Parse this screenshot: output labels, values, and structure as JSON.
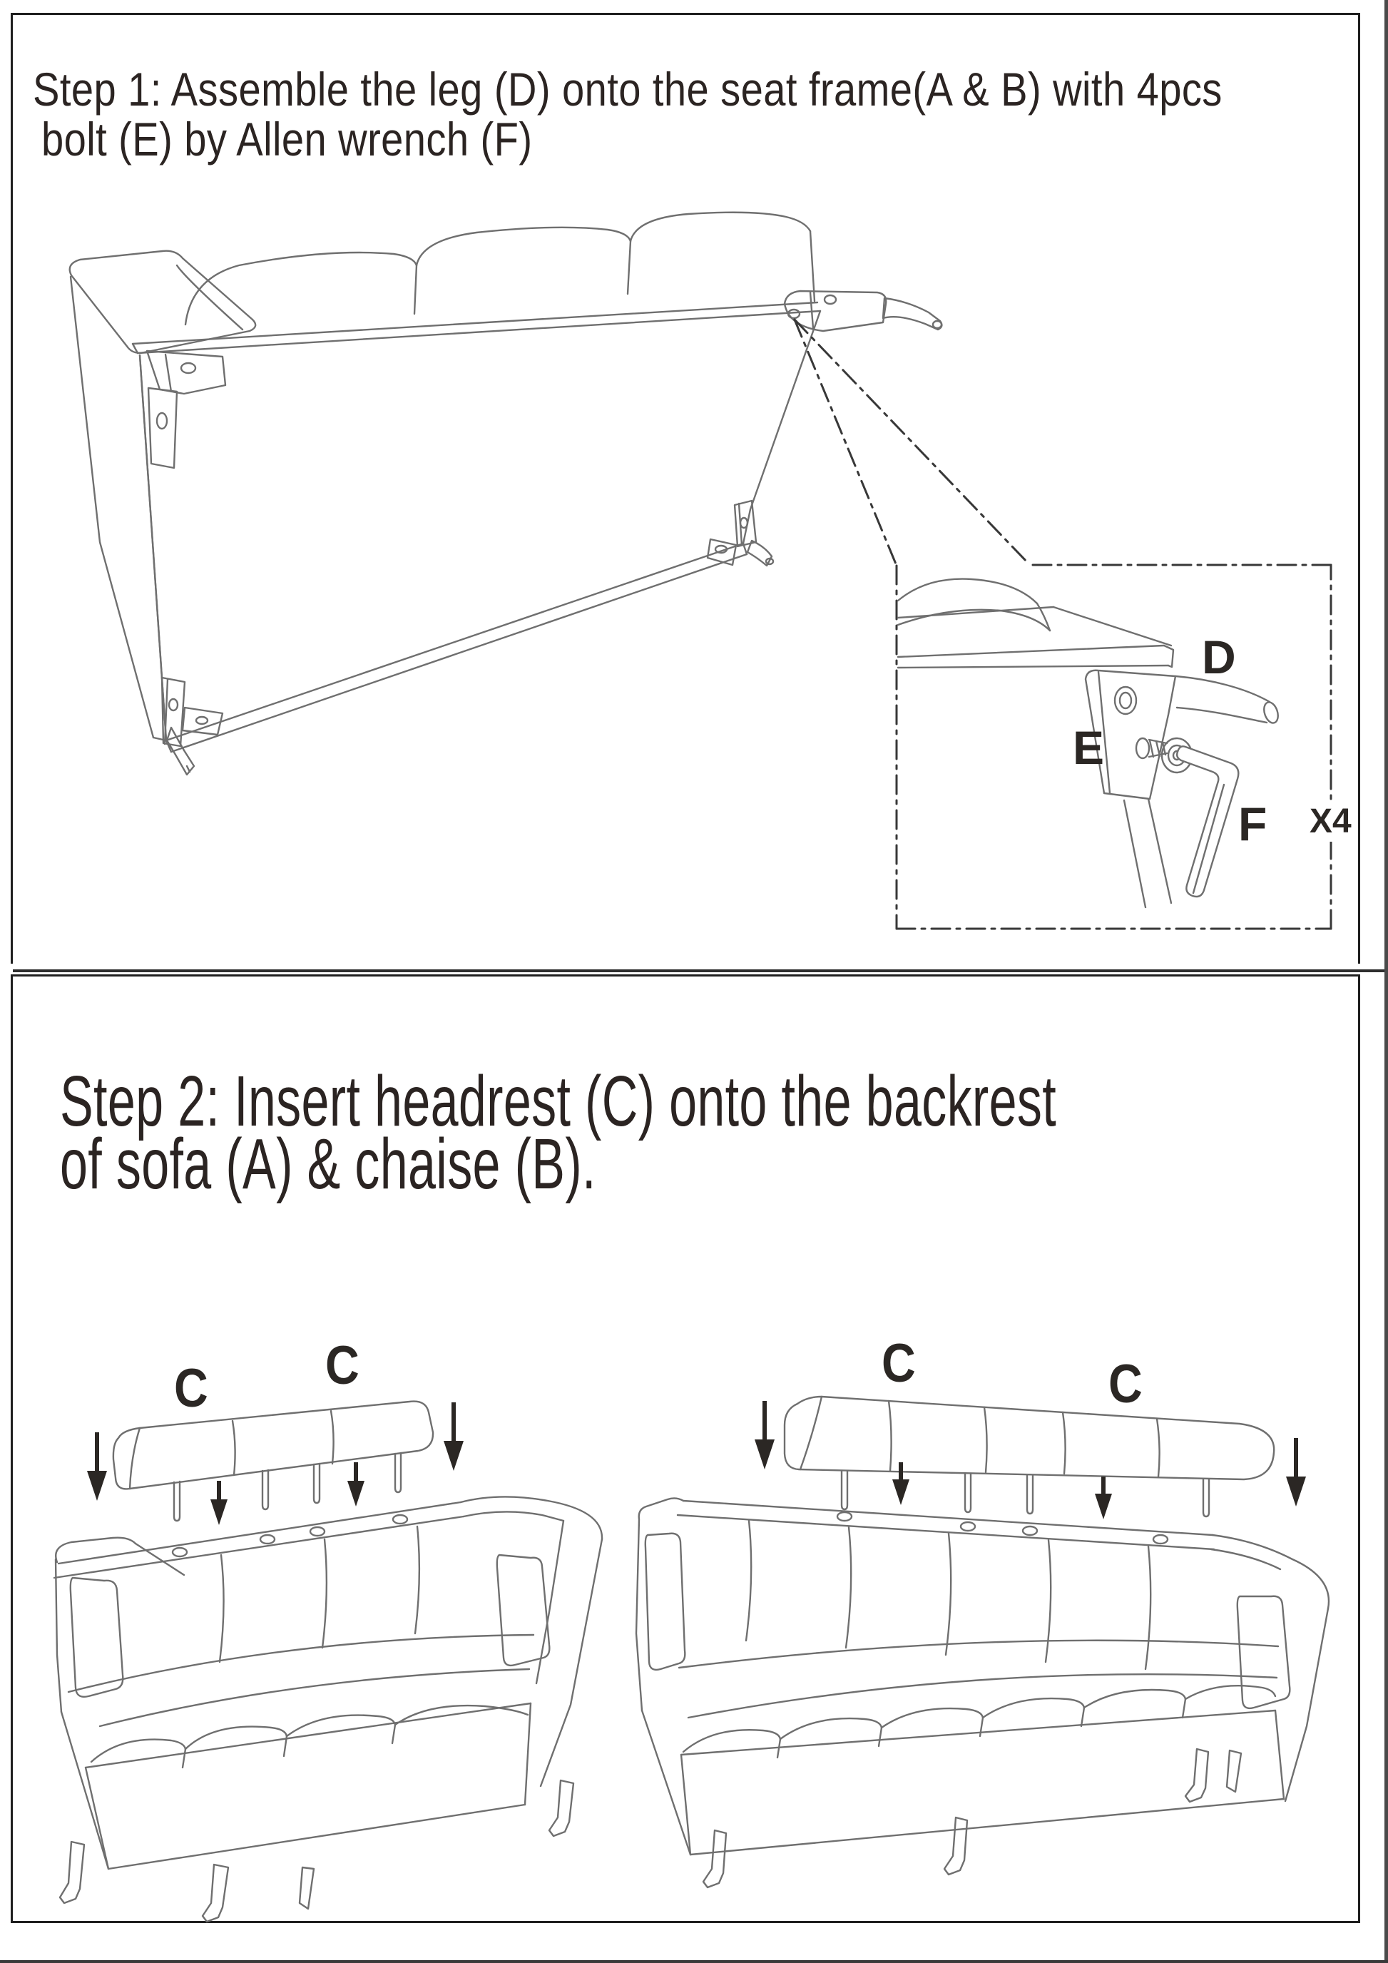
{
  "colors": {
    "ink": "#2b2422",
    "art_line": "#6f6f6f",
    "callout_line": "#383838",
    "panel_border": "#1f1f1f"
  },
  "step1": {
    "title_line1": "Step 1: Assemble the leg (D) onto the seat frame(A & B) with 4pcs",
    "title_line2": "bolt (E) by Allen wrench (F)",
    "part_labels": {
      "leg": "D",
      "bolt": "E",
      "wrench": "F"
    },
    "quantity_note": "X4"
  },
  "step2": {
    "title_line1": "Step 2: Insert headrest (C) onto the backrest",
    "title_line2": "of sofa (A) & chaise (B).",
    "part_labels": {
      "headrest": "C"
    }
  }
}
